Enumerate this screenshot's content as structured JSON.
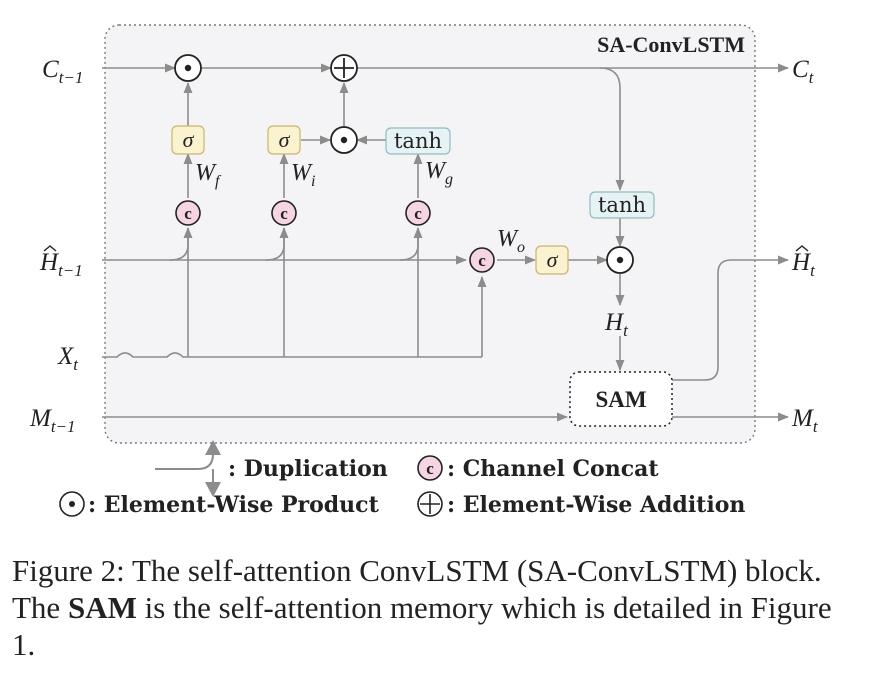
{
  "diagram": {
    "block_title": "SA-ConvLSTM",
    "inputs": {
      "c_prev": "C",
      "c_prev_sub": "t−1",
      "h_prev": "H",
      "h_prev_sub": "t−1",
      "x": "X",
      "x_sub": "t",
      "m_prev": "M",
      "m_prev_sub": "t−1"
    },
    "outputs": {
      "c": "C",
      "c_sub": "t",
      "h": "H",
      "h_sub": "t",
      "m": "M",
      "m_sub": "t"
    },
    "internal": {
      "h_t": "H",
      "h_t_sub": "t"
    },
    "gates": {
      "sigma": "σ",
      "tanh": "tanh",
      "concat": "c",
      "product": "⊙",
      "addition": "⊕"
    },
    "weights": {
      "wf": "W",
      "wf_sub": "f",
      "wi": "W",
      "wi_sub": "i",
      "wg": "W",
      "wg_sub": "g",
      "wo": "W",
      "wo_sub": "o"
    },
    "sam_label": "SAM"
  },
  "legend": {
    "duplication": ": Duplication",
    "channel_concat": ": Channel Concat",
    "element_wise_product": ": Element-Wise Product",
    "element_wise_addition": ": Element-Wise Addition"
  },
  "caption": {
    "part1": "Figure 2: The self-attention ConvLSTM (SA-ConvLSTM) block. The ",
    "bold": "SAM",
    "part2": " is the self-attention memory which is detailed in Figure 1."
  },
  "colors": {
    "sigma_fill": "#fbf3cf",
    "tanh_fill": "#e6f3f4",
    "concat_fill": "#f5d5e4",
    "block_fill": "#f4f4f6",
    "line": "#8c8c8c"
  }
}
